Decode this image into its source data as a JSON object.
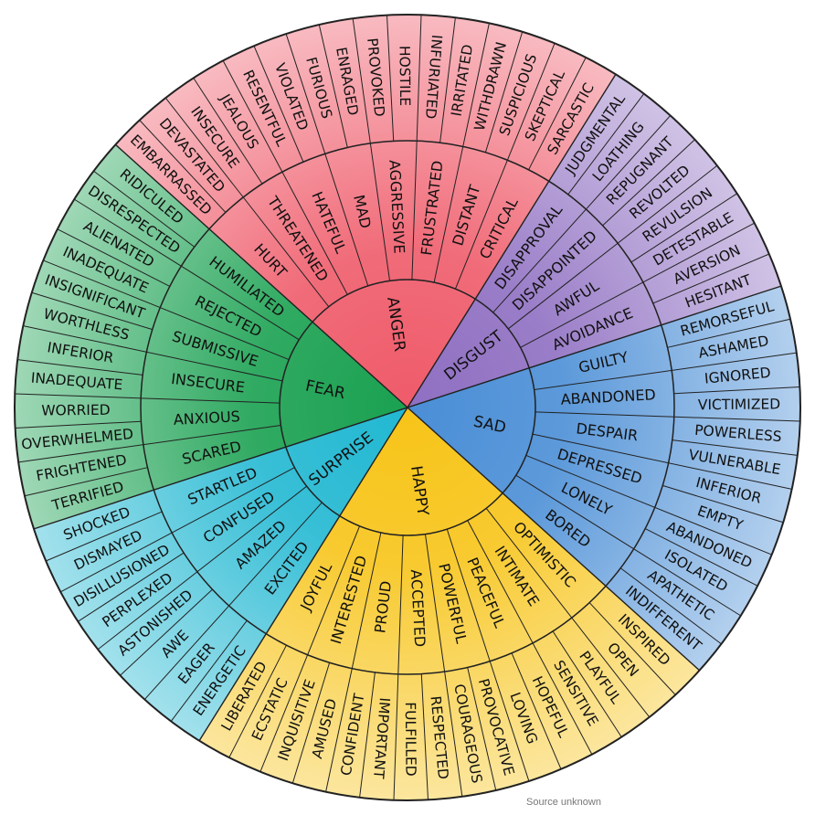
{
  "wheel": {
    "segments": [
      {
        "core": "ANGER",
        "color": "#ef5b6a",
        "mid": [
          {
            "label": "HURT",
            "outer": [
              "EMBARRASSED",
              "DEVASTATED"
            ]
          },
          {
            "label": "THREATENED",
            "outer": [
              "INSECURE",
              "JEALOUS"
            ]
          },
          {
            "label": "HATEFUL",
            "outer": [
              "RESENTFUL",
              "VIOLATED"
            ]
          },
          {
            "label": "MAD",
            "outer": [
              "FURIOUS",
              "ENRAGED"
            ]
          },
          {
            "label": "AGGRESSIVE",
            "outer": [
              "PROVOKED",
              "HOSTILE"
            ]
          },
          {
            "label": "FRUSTRATED",
            "outer": [
              "INFURIATED",
              "IRRITATED"
            ]
          },
          {
            "label": "DISTANT",
            "outer": [
              "WITHDRAWN",
              "SUSPICIOUS"
            ]
          },
          {
            "label": "CRITICAL",
            "outer": [
              "SKEPTICAL",
              "SARCASTIC"
            ]
          }
        ]
      },
      {
        "core": "DISGUST",
        "color": "#8f6fc2",
        "mid": [
          {
            "label": "DISAPPROVAL",
            "outer": [
              "JUDGMENTAL",
              "LOATHING"
            ]
          },
          {
            "label": "DISAPPOINTED",
            "outer": [
              "REPUGNANT",
              "REVOLTED"
            ]
          },
          {
            "label": "AWFUL",
            "outer": [
              "REVULSION",
              "DETESTABLE"
            ]
          },
          {
            "label": "AVOIDANCE",
            "outer": [
              "AVERSION",
              "HESITANT"
            ]
          }
        ]
      },
      {
        "core": "SAD",
        "color": "#4a8ed6",
        "mid": [
          {
            "label": "GUILTY",
            "outer": [
              "REMORSEFUL",
              "ASHAMED"
            ]
          },
          {
            "label": "ABANDONED",
            "outer": [
              "IGNORED",
              "VICTIMIZED"
            ]
          },
          {
            "label": "DESPAIR",
            "outer": [
              "POWERLESS",
              "VULNERABLE"
            ]
          },
          {
            "label": "DEPRESSED",
            "outer": [
              "INFERIOR",
              "EMPTY"
            ]
          },
          {
            "label": "LONELY",
            "outer": [
              "ABANDONED",
              "ISOLATED"
            ]
          },
          {
            "label": "BORED",
            "outer": [
              "APATHETIC",
              "INDIFFERENT"
            ]
          }
        ]
      },
      {
        "core": "HAPPY",
        "color": "#f7c418",
        "mid": [
          {
            "label": "OPTIMISTIC",
            "outer": [
              "INSPIRED",
              "OPEN"
            ]
          },
          {
            "label": "INTIMATE",
            "outer": [
              "PLAYFUL",
              "SENSITIVE"
            ]
          },
          {
            "label": "PEACEFUL",
            "outer": [
              "HOPEFUL",
              "LOVING"
            ]
          },
          {
            "label": "POWERFUL",
            "outer": [
              "PROVOCATIVE",
              "COURAGEOUS"
            ]
          },
          {
            "label": "ACCEPTED",
            "outer": [
              "RESPECTED",
              "FULFILLED"
            ]
          },
          {
            "label": "PROUD",
            "outer": [
              "IMPORTANT",
              "CONFIDENT"
            ]
          },
          {
            "label": "INTERESTED",
            "outer": [
              "AMUSED",
              "INQUISITIVE"
            ]
          },
          {
            "label": "JOYFUL",
            "outer": [
              "ECSTATIC",
              "LIBERATED"
            ]
          }
        ]
      },
      {
        "core": "SURPRISE",
        "color": "#22b8d2",
        "mid": [
          {
            "label": "EXCITED",
            "outer": [
              "ENERGETIC",
              "EAGER"
            ]
          },
          {
            "label": "AMAZED",
            "outer": [
              "AWE",
              "ASTONISHED"
            ]
          },
          {
            "label": "CONFUSED",
            "outer": [
              "PERPLEXED",
              "DISILLUSIONED"
            ]
          },
          {
            "label": "STARTLED",
            "outer": [
              "DISMAYED",
              "SHOCKED"
            ]
          }
        ]
      },
      {
        "core": "FEAR",
        "color": "#1aa151",
        "mid": [
          {
            "label": "SCARED",
            "outer": [
              "TERRIFIED",
              "FRIGHTENED"
            ]
          },
          {
            "label": "ANXIOUS",
            "outer": [
              "OVERWHELMED",
              "WORRIED"
            ]
          },
          {
            "label": "INSECURE",
            "outer": [
              "INADEQUATE",
              "INFERIOR"
            ]
          },
          {
            "label": "SUBMISSIVE",
            "outer": [
              "WORTHLESS",
              "INSIGNIFICANT"
            ]
          },
          {
            "label": "REJECTED",
            "outer": [
              "INADEQUATE",
              "ALIENATED"
            ]
          },
          {
            "label": "HUMILIATED",
            "outer": [
              "DISRESPECTED",
              "RIDICULED"
            ]
          }
        ]
      }
    ]
  },
  "source_note": "Source unknown"
}
